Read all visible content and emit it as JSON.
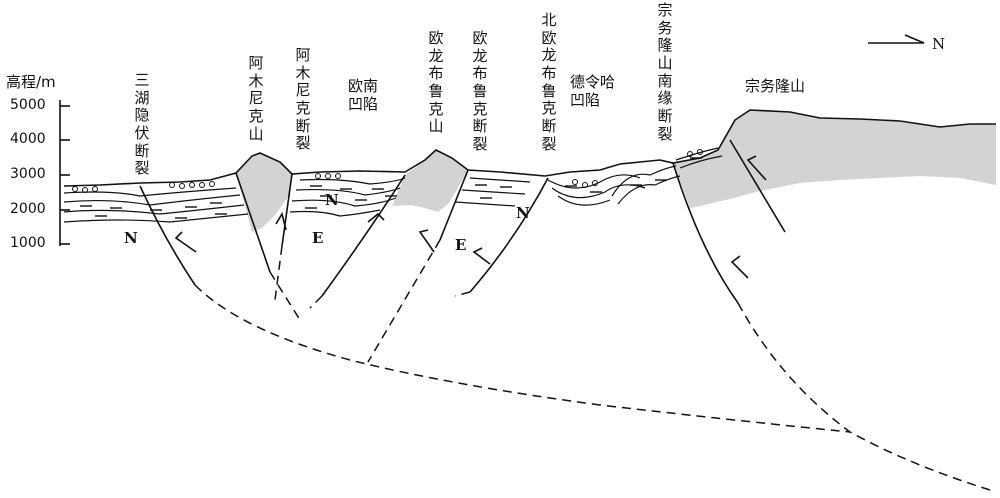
{
  "axis": {
    "label": "高程/m",
    "ticks": [
      "5000",
      "4000",
      "3000",
      "2000",
      "1000"
    ]
  },
  "north_arrow": {
    "label": "N"
  },
  "labels": {
    "sanhu_fault": "三湖隐伏断裂",
    "amunike_mountain": "阿木尼克山",
    "amunike_fault": "阿木尼克断裂",
    "ounan_depression": "欧南凹陷",
    "oulongbuluke_mountain": "欧龙布鲁克山",
    "oulongbuluke_fault": "欧龙布鲁克断裂",
    "north_oulongbuluke_fault": "北欧龙布鲁克断裂",
    "delingha_depression": "德令哈凹陷",
    "zongwulong_south_fault": "宗务隆山南缘断裂",
    "zongwulong_mountain": "宗务隆山"
  },
  "strata_labels": {
    "n1": "N",
    "e1": "E",
    "n2": "N",
    "e2": "E",
    "n3": "N"
  },
  "colors": {
    "basement_fill": "#d3d3d3",
    "line": "#111111"
  }
}
